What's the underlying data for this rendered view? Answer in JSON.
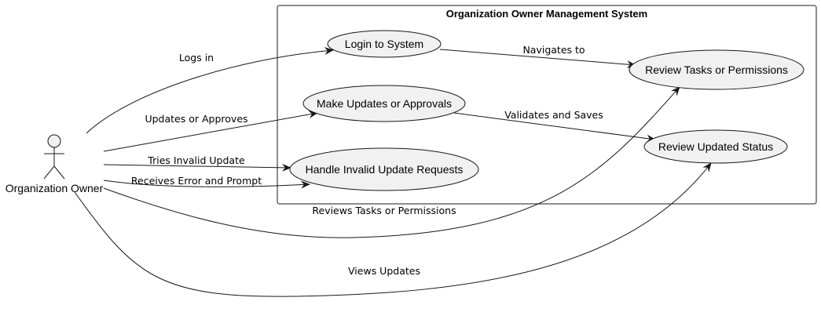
{
  "system": {
    "title": "Organization Owner Management System"
  },
  "actor": {
    "name": "Organization Owner"
  },
  "use_cases": {
    "login": "Login to System",
    "make_updates": "Make Updates or Approvals",
    "handle_invalid": "Handle Invalid Update Requests",
    "review_tasks": "Review Tasks or Permissions",
    "review_status": "Review Updated Status"
  },
  "edges": {
    "logs_in": "Logs in",
    "updates_or_approves": "Updates or Approves",
    "tries_invalid": "Tries Invalid Update",
    "receives_error": "Receives Error and Prompt",
    "reviews_tasks": "Reviews Tasks or Permissions",
    "views_updates": "Views Updates",
    "navigates_to": "Navigates to",
    "validates_saves": "Validates and Saves"
  },
  "colors": {
    "usecase_fill": "#f1f1f1",
    "stroke": "#181818"
  }
}
